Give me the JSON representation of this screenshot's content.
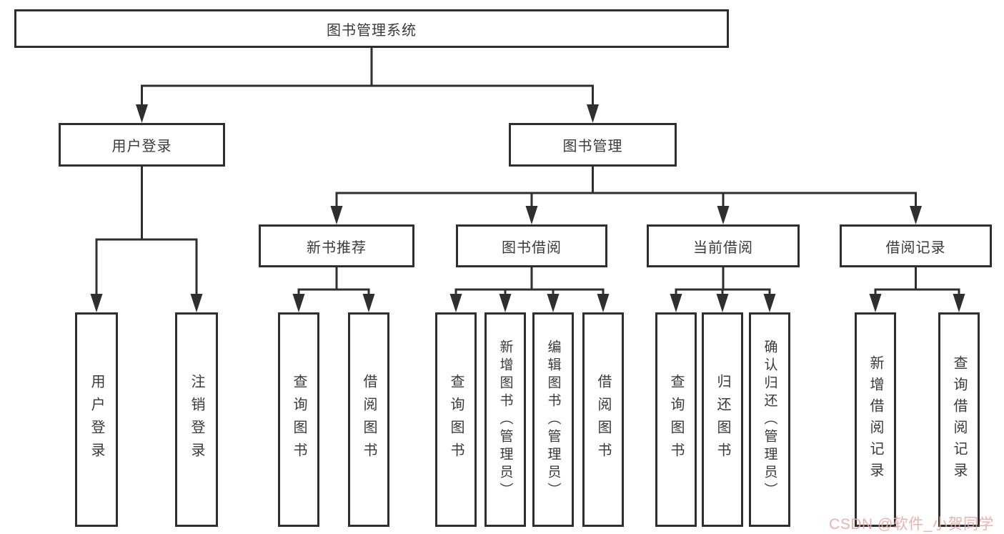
{
  "colors": {
    "line": "#2f2f2f",
    "box_border": "#2f2f2f",
    "box_text": "#3a3a3a",
    "background": "#ffffff",
    "watermark": "#e9a8a8"
  },
  "watermark": {
    "text": "CSDN @软件_小贺同学"
  },
  "tree": {
    "label": "图书管理系统",
    "children": [
      {
        "label": "用户登录",
        "children": [
          {
            "label": "用户登录"
          },
          {
            "label": "注销登录"
          }
        ]
      },
      {
        "label": "图书管理",
        "children": [
          {
            "label": "新书推荐",
            "children": [
              {
                "label": "查询图书"
              },
              {
                "label": "借阅图书"
              }
            ]
          },
          {
            "label": "图书借阅",
            "children": [
              {
                "label": "查询图书"
              },
              {
                "label": "新增图书（管理员）"
              },
              {
                "label": "编辑图书（管理员）"
              },
              {
                "label": "借阅图书"
              }
            ]
          },
          {
            "label": "当前借阅",
            "children": [
              {
                "label": "查询图书"
              },
              {
                "label": "归还图书"
              },
              {
                "label": "确认归还（管理员）"
              }
            ]
          },
          {
            "label": "借阅记录",
            "children": [
              {
                "label": "新增借阅记录"
              },
              {
                "label": "查询借阅记录"
              }
            ]
          }
        ]
      }
    ]
  }
}
